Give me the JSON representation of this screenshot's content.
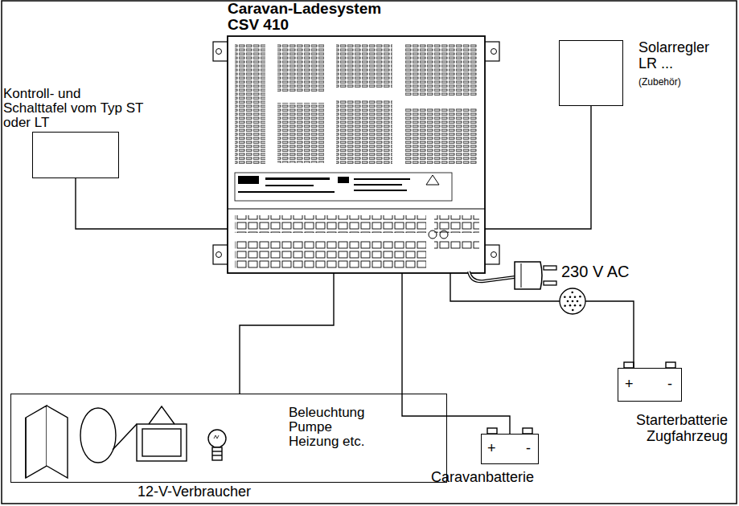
{
  "diagram": {
    "nodes": [
      {
        "text": [
          "Caravan-Ladesystem CSV 410"
        ]
      },
      {
        "text": [
          "Kontroll- und Schalttafel vom Typ ST oder LT"
        ]
      },
      {
        "text": [
          "Solarregler LR ...",
          "(Zubehör)"
        ]
      },
      {
        "text": [
          "Beleuchtung Pumpe Heizung etc.",
          "12-V-Verbraucher"
        ]
      },
      {
        "text": [
          "+",
          "-",
          "Caravanbatterie"
        ]
      },
      {
        "text": [
          "+",
          "-",
          "Starterbatterie Zugfahrzeug"
        ]
      }
    ],
    "edges": [
      {
        "from": 1,
        "to": 0,
        "arrow": "none"
      },
      {
        "from": 2,
        "to": 0,
        "arrow": "none"
      },
      {
        "from": 0,
        "to": 3,
        "arrow": "none"
      },
      {
        "from": 0,
        "to": 4,
        "arrow": "none"
      },
      {
        "from": 0,
        "to": 5,
        "arrow": "none"
      }
    ],
    "labels": [
      "230 V AC"
    ]
  }
}
